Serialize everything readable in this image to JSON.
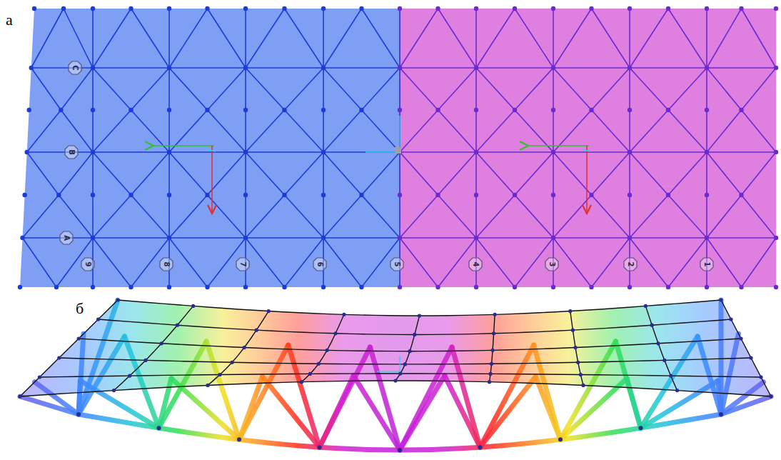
{
  "diagram": {
    "nodes": [
      {
        "text": [
          "C"
        ]
      },
      {
        "text": [
          "B"
        ]
      },
      {
        "text": [
          "A"
        ]
      },
      {
        "text": [
          "9"
        ]
      },
      {
        "text": [
          "8"
        ]
      },
      {
        "text": [
          "7"
        ]
      },
      {
        "text": [
          "6"
        ]
      },
      {
        "text": [
          "5"
        ]
      },
      {
        "text": [
          "4"
        ]
      },
      {
        "text": [
          "3"
        ]
      },
      {
        "text": [
          "2"
        ]
      },
      {
        "text": [
          "1"
        ]
      }
    ],
    "labels": [
      "а",
      "б"
    ]
  }
}
